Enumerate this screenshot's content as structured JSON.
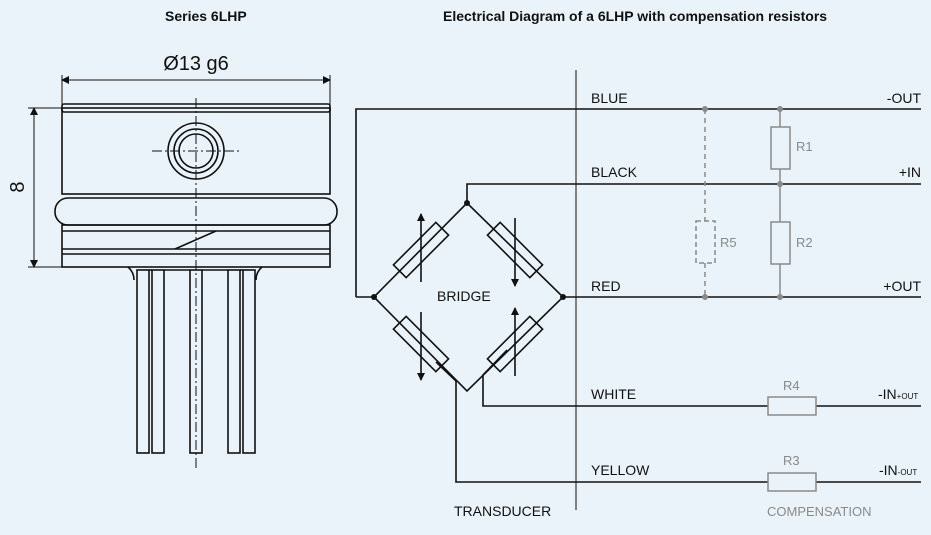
{
  "left_title": "Series 6LHP",
  "right_title": "Electrical Diagram of a 6LHP with compensation resistors",
  "dimensions": {
    "diameter": "Ø13  g6",
    "height": "8"
  },
  "wires": [
    {
      "name": "BLUE",
      "signal": "-OUT"
    },
    {
      "name": "BLACK",
      "signal": "+IN"
    },
    {
      "name": "RED",
      "signal": "+OUT"
    },
    {
      "name": "WHITE",
      "signal": "-IN",
      "signal_sub": "+OUT"
    },
    {
      "name": "YELLOW",
      "signal": "-IN",
      "signal_sub": "-OUT"
    }
  ],
  "resistors": [
    "R1",
    "R2",
    "R3",
    "R4",
    "R5"
  ],
  "labels": {
    "bridge": "BRIDGE",
    "transducer": "TRANSDUCER",
    "compensation": "COMPENSATION"
  },
  "colors": {
    "background": "#eaf3f9",
    "line": "#111111",
    "compensation": "#8a8a8a"
  }
}
